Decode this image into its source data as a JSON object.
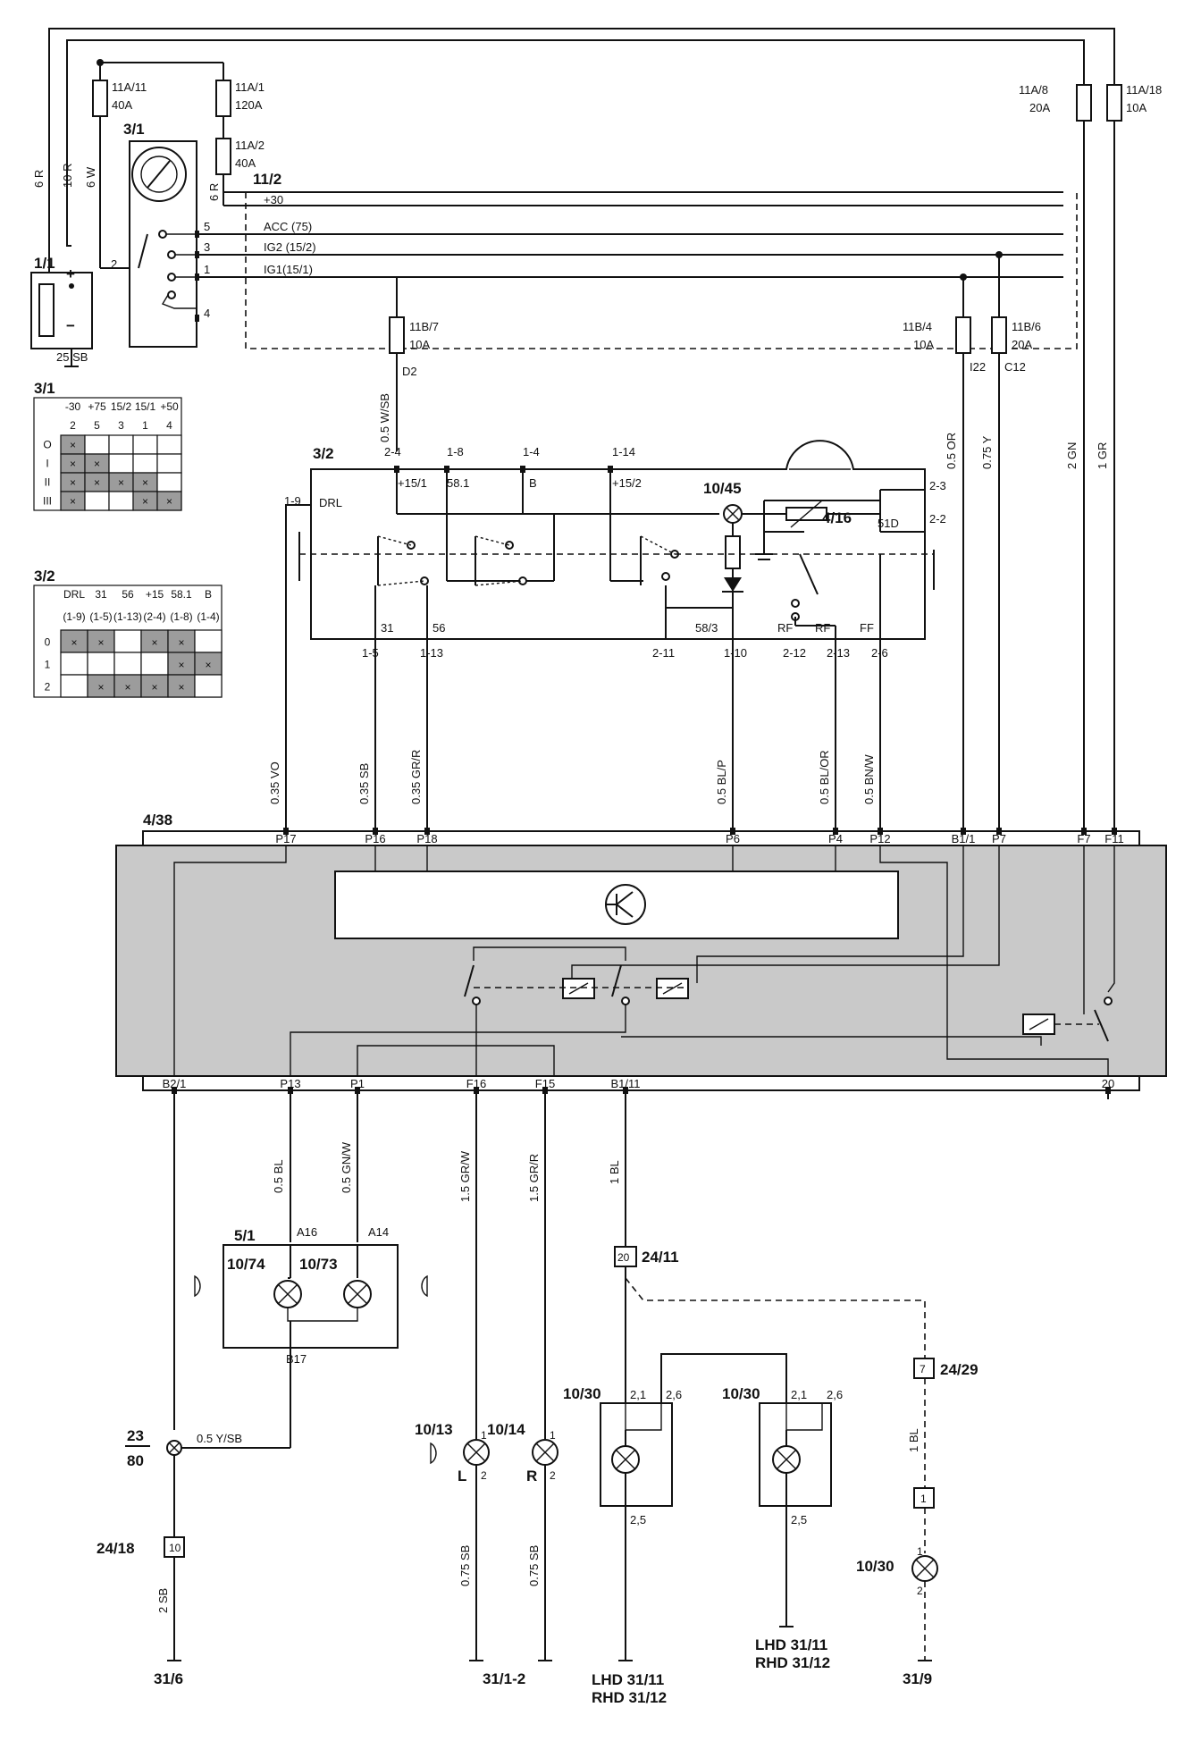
{
  "components": {
    "battery": "1/1",
    "ignition_switch": "3/1",
    "light_switch": "3/2",
    "fuse_box": "11/2",
    "lamp_indicator": "10/45",
    "rheostat": "4/16",
    "control_module": "4/38",
    "headlamp_unit": "5/1",
    "low_beam": "10/74",
    "high_beam": "10/73",
    "fog_left": "10/13",
    "fog_right": "10/14",
    "rear_fog_a": "10/30",
    "rear_fog_b": "10/30",
    "rear_fog_c": "10/30",
    "splice": "23",
    "splice_sub": "80",
    "connector_2411": "24/11",
    "connector_2429": "24/29",
    "connector_2418": "24/18"
  },
  "fuses": [
    {
      "id": "11A/11",
      "rating": "40A"
    },
    {
      "id": "11A/1",
      "rating": "120A"
    },
    {
      "id": "11A/2",
      "rating": "40A"
    },
    {
      "id": "11A/8",
      "rating": "20A"
    },
    {
      "id": "11A/18",
      "rating": "10A"
    },
    {
      "id": "11B/7",
      "rating": "10A"
    },
    {
      "id": "11B/4",
      "rating": "10A"
    },
    {
      "id": "11B/6",
      "rating": "20A"
    }
  ],
  "rails": {
    "r30": "+30",
    "acc": "ACC (75)",
    "ig2": "IG2 (15/2)",
    "ig1": "IG1(15/1)",
    "pin5": "5",
    "pin3": "3",
    "pin1": "1",
    "pin4": "4",
    "pin2": "2"
  },
  "wires": {
    "w6r_left": "6 R",
    "w10r": "10 R",
    "w6w": "6 W",
    "w6r_right": "6 R",
    "w25sb": "25 SB",
    "w_d2": "0.5 W/SB",
    "w_or": "0.5 OR",
    "w_y": "0.75 Y",
    "w_gn": "2 GN",
    "w_gr": "1 GR",
    "w_vo": "0.35 VO",
    "w_sb": "0.35 SB",
    "w_grr": "0.35 GR/R",
    "w_blp": "0.5 BL/P",
    "w_blor": "0.5 BL/OR",
    "w_bnw": "0.5 BN/W",
    "w_bl": "0.5 BL",
    "w_gnw": "0.5 GN/W",
    "w_grw15": "1.5 GR/W",
    "w_grr15": "1.5 GR/R",
    "w_1bl": "1 BL",
    "w_ysb": "0.5 Y/SB",
    "w_2sb": "2 SB",
    "w_075sb_a": "0.75 SB",
    "w_075sb_b": "0.75 SB",
    "w_1bl_b": "1 BL"
  },
  "fuse_connectors": {
    "d2": "D2",
    "i22": "I22",
    "c12": "C12"
  },
  "switch32_pins": {
    "p19": "1-9",
    "drl": "DRL",
    "p24": "2-4",
    "p151": "+15/1",
    "p18": "1-8",
    "p581": "58.1",
    "p14": "1-4",
    "b": "B",
    "p114": "1-14",
    "p152": "+15/2",
    "p23": "2-3",
    "p22": "2-2",
    "p51d": "51D",
    "p31": "31",
    "p15": "1-5",
    "p56": "56",
    "p113": "1-13",
    "p211": "2-11",
    "p583": "58/3",
    "p110": "1-10",
    "rf1": "RF",
    "p212": "2-12",
    "rf2": "RF",
    "p213": "2-13",
    "ff": "FF",
    "p26": "2-6"
  },
  "module_top_pins": [
    "P17",
    "P16",
    "P18",
    "P6",
    "P4",
    "P12",
    "B1/1",
    "P7",
    "F7",
    "F11"
  ],
  "module_bottom_pins": [
    "B2/1",
    "P13",
    "P1",
    "F16",
    "F15",
    "B1/11",
    "20"
  ],
  "lamp_pins": {
    "a16": "A16",
    "a14": "A14",
    "b17": "B17",
    "l": "L",
    "r": "R",
    "p1a": "1",
    "p2a": "2",
    "p1b": "1",
    "p2b": "2",
    "p21a": "2,1",
    "p26a": "2,6",
    "p25a": "2,5",
    "p21b": "2,1",
    "p26b": "2,6",
    "p25b": "2,5",
    "c20": "20",
    "c7": "7",
    "c1": "1",
    "c10": "10",
    "p1c": "1",
    "p2c": "2"
  },
  "grounds": {
    "g316": "31/6",
    "g3112": "31/1-2",
    "lhd_a": "LHD 31/11",
    "rhd_a": "RHD 31/12",
    "lhd_b": "LHD 31/11",
    "rhd_b": "RHD 31/12",
    "g319": "31/9"
  },
  "table31": {
    "title": "3/1",
    "headers": [
      "-30",
      "+75",
      "15/2",
      "15/1",
      "+50"
    ],
    "subheaders": [
      "2",
      "5",
      "3",
      "1",
      "4"
    ],
    "rows": [
      "O",
      "I",
      "II",
      "III"
    ]
  },
  "table32": {
    "title": "3/2",
    "headers": [
      "DRL",
      "31",
      "56",
      "+15",
      "58.1",
      "B"
    ],
    "subheaders": [
      "(1-9)",
      "(1-5)",
      "(1-13)",
      "(2-4)",
      "(1-8)",
      "(1-4)"
    ],
    "rows": [
      "0",
      "1",
      "2"
    ]
  },
  "battery_symbols": {
    "plus": "+",
    "minus": "−"
  }
}
